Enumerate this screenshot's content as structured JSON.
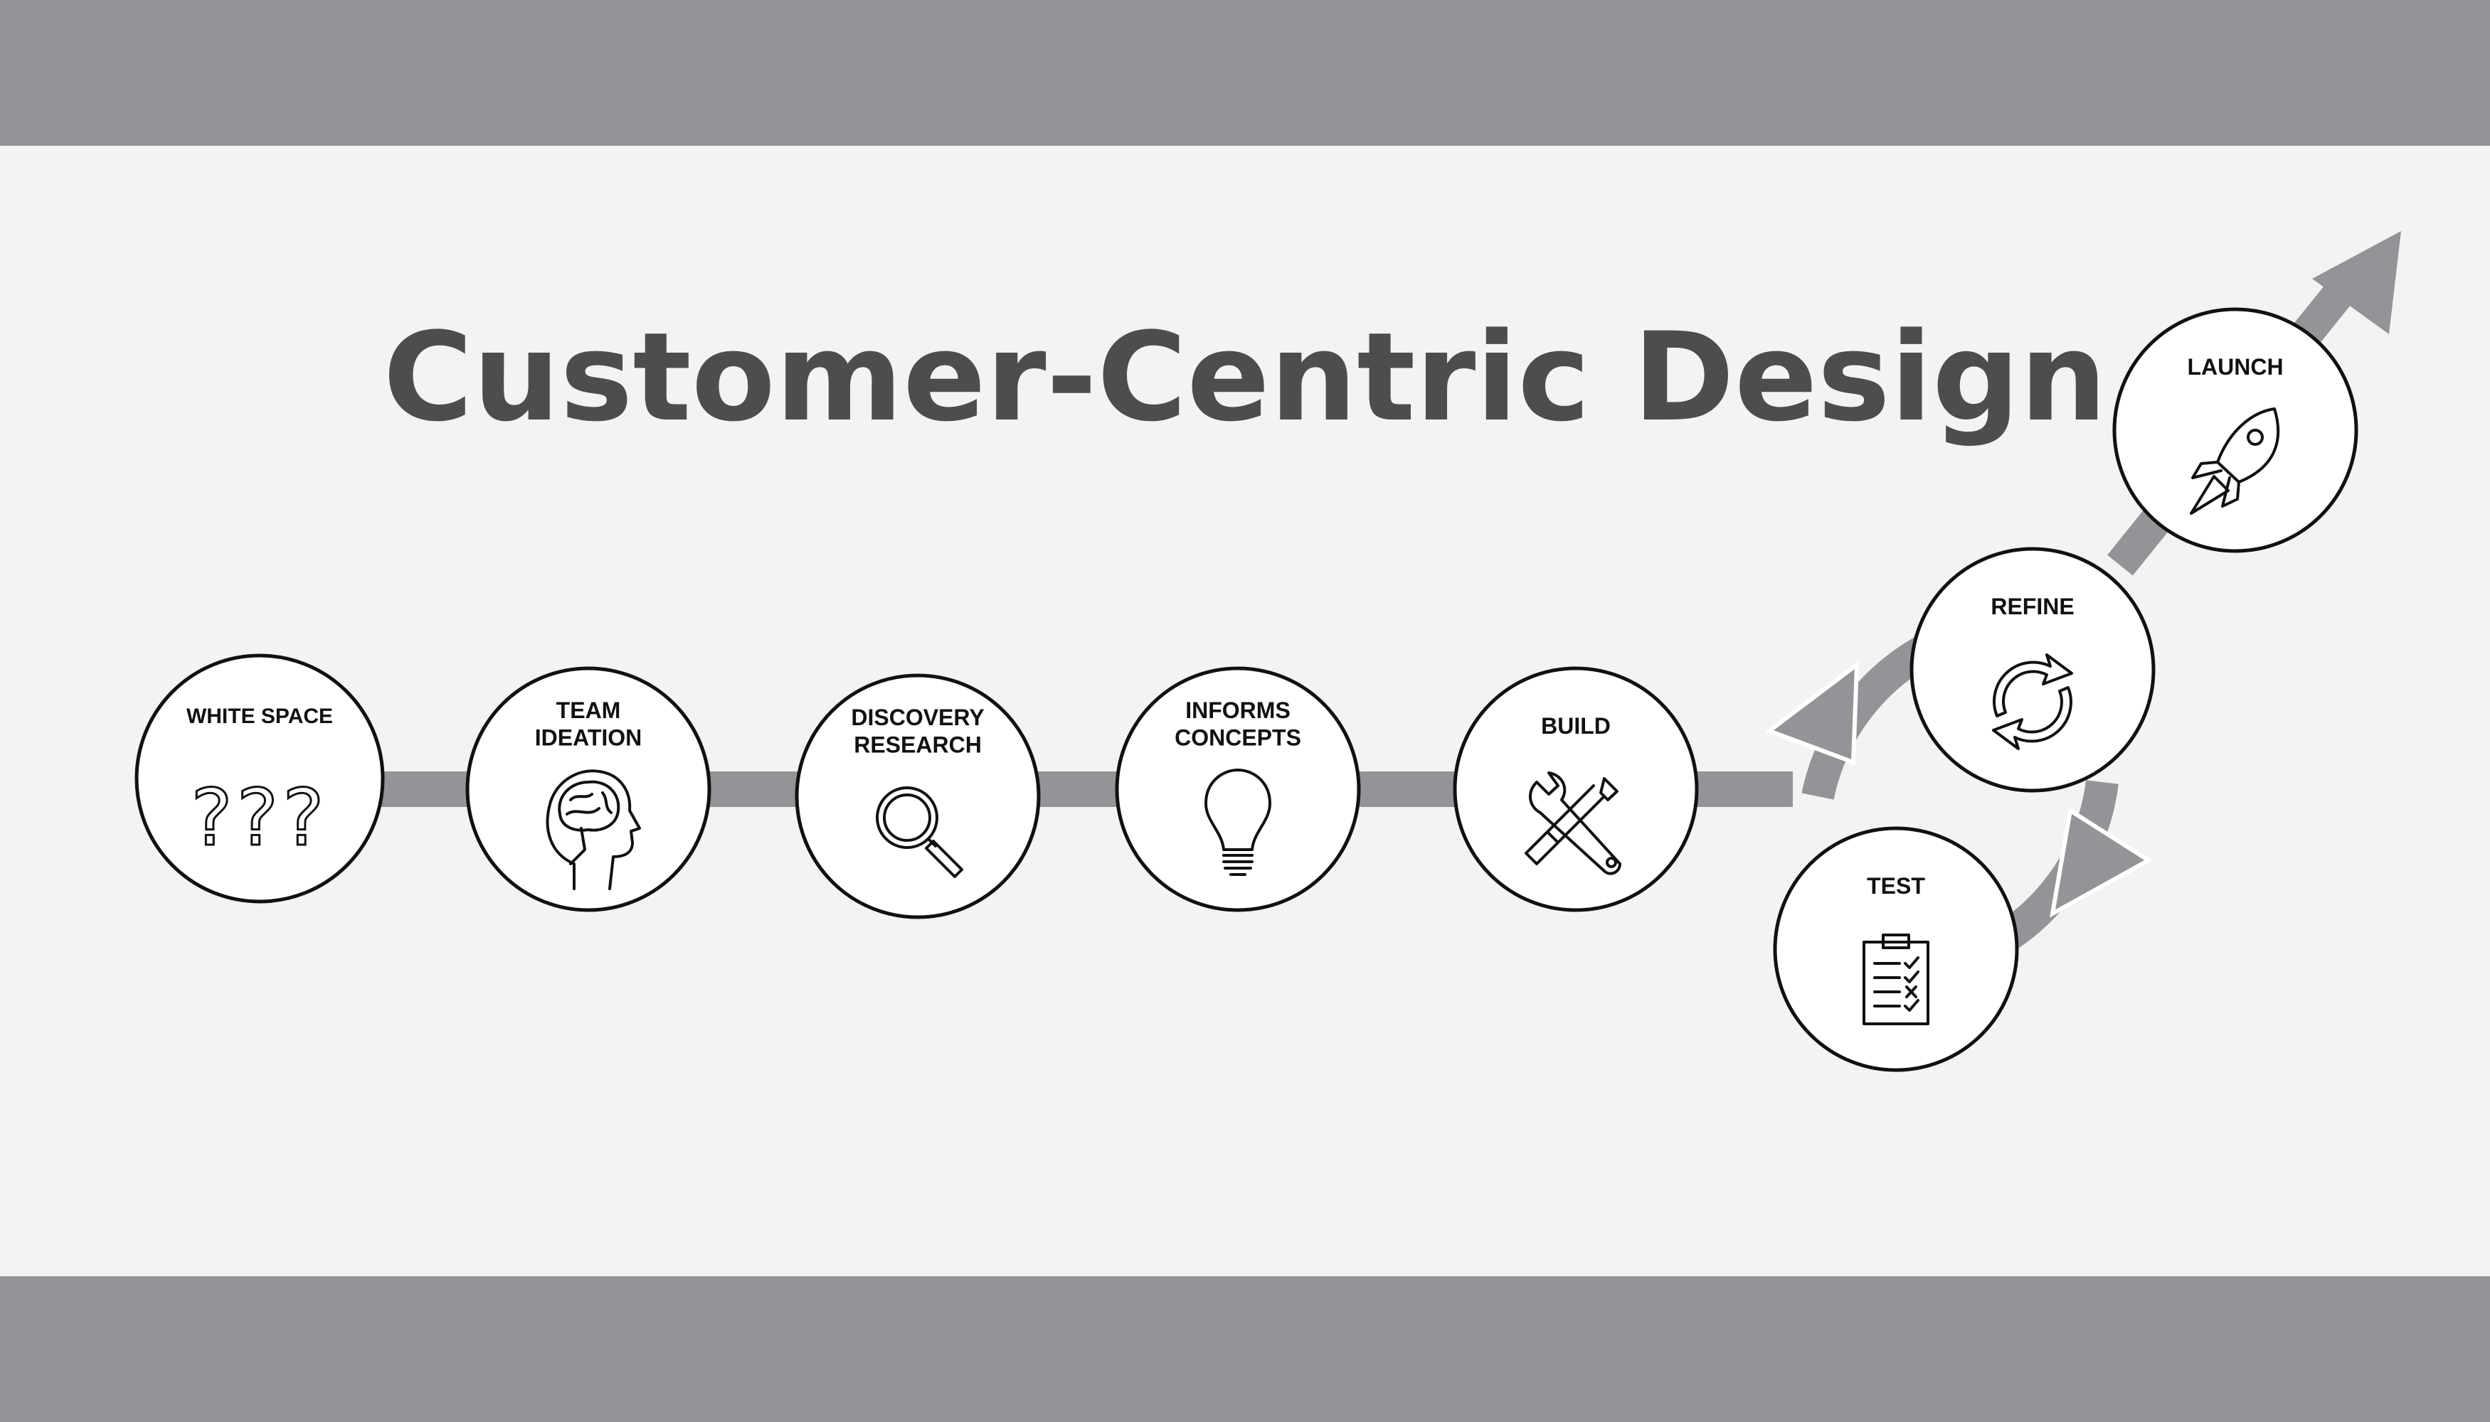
{
  "title": "Customer-Centric Design",
  "colors": {
    "band": "#939497",
    "background": "#f3f3f3",
    "path": "#939497",
    "title": "#4d4d4f",
    "outline": "#111111"
  },
  "steps": [
    {
      "id": "white-space",
      "lines": [
        "WHITE SPACE"
      ],
      "icon": "question-marks-icon",
      "glyphs": "???"
    },
    {
      "id": "team-ideation",
      "lines": [
        "TEAM",
        "IDEATION"
      ],
      "icon": "brain-head-icon"
    },
    {
      "id": "discovery-research",
      "lines": [
        "DISCOVERY",
        "RESEARCH"
      ],
      "icon": "magnifier-icon"
    },
    {
      "id": "informs-concepts",
      "lines": [
        "INFORMS",
        "CONCEPTS"
      ],
      "icon": "lightbulb-icon"
    },
    {
      "id": "build",
      "lines": [
        "BUILD"
      ],
      "icon": "tools-icon"
    },
    {
      "id": "test",
      "lines": [
        "TEST"
      ],
      "icon": "clipboard-icon"
    },
    {
      "id": "refine",
      "lines": [
        "REFINE"
      ],
      "icon": "refresh-icon"
    },
    {
      "id": "launch",
      "lines": [
        "LAUNCH"
      ],
      "icon": "rocket-icon"
    }
  ]
}
